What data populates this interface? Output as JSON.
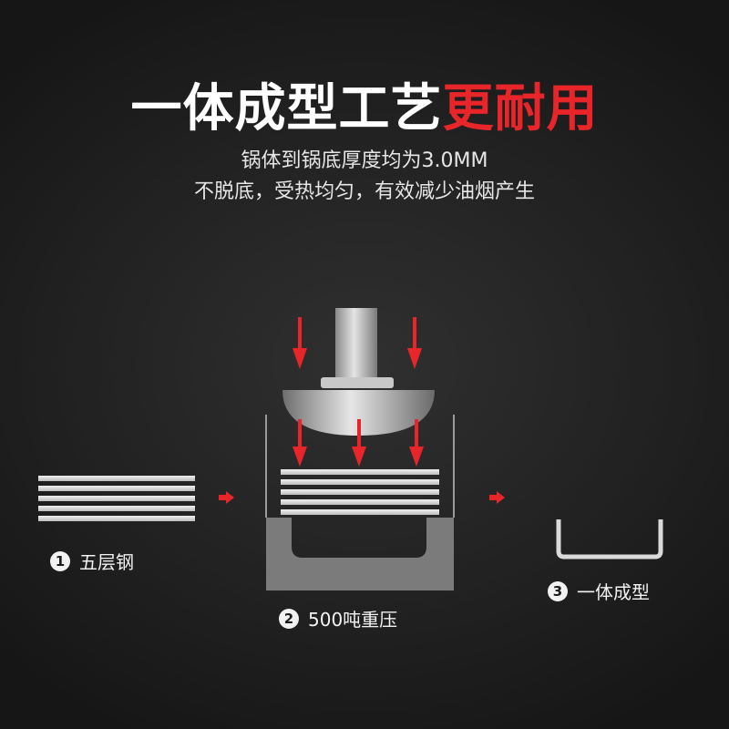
{
  "title": {
    "main": "一体成型工艺",
    "highlight": "更耐用"
  },
  "subtitle": {
    "line1": "锅体到锅底厚度均为3.0MM",
    "line2": "不脱底，受热均匀，有效减少油烟产生"
  },
  "steps": [
    {
      "num": "1",
      "label": "五层钢"
    },
    {
      "num": "2",
      "label": "500吨重压"
    },
    {
      "num": "3",
      "label": "一体成型"
    }
  ],
  "colors": {
    "accent": "#e8262a",
    "background": "#1b1b1b",
    "steel": "#d8d8d8",
    "mold": "#7b7b7b"
  },
  "icons": [
    "arrow-right-icon",
    "arrow-down-icon"
  ]
}
